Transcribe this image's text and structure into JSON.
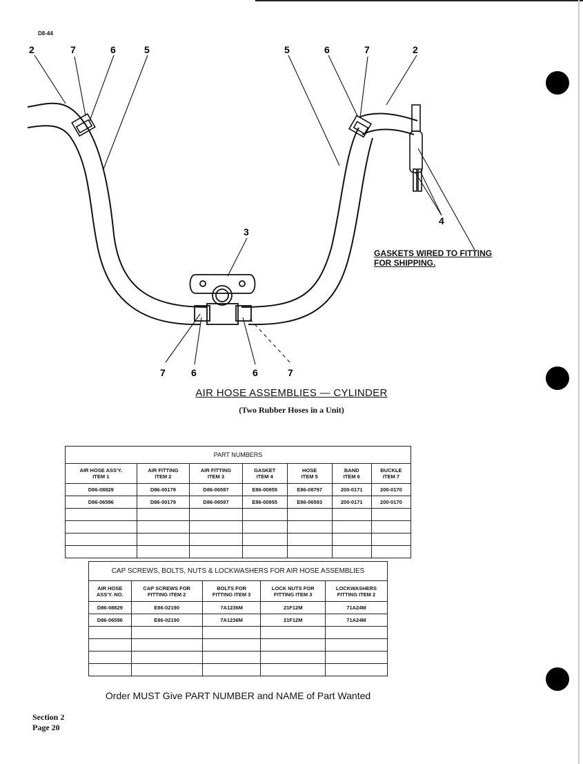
{
  "header": {
    "doc_id": "D8-44"
  },
  "callouts": {
    "left_2": "2",
    "left_7": "7",
    "left_6": "6",
    "left_5": "5",
    "right_5": "5",
    "right_6": "6",
    "right_7": "7",
    "right_2": "2",
    "center_3": "3",
    "right_4": "4",
    "bottom_7a": "7",
    "bottom_6a": "6",
    "bottom_6b": "6",
    "bottom_7b": "7"
  },
  "note": {
    "line1": "GASKETS WIRED TO FITTING",
    "line2": "FOR SHIPPING."
  },
  "figure": {
    "title": "AIR HOSE ASSEMBLIES — CYLINDER",
    "subtitle": "(Two Rubber Hoses in a Unit)"
  },
  "part_numbers": {
    "caption": "PART NUMBERS",
    "headers": [
      [
        "AIR HOSE ASS'Y.",
        "ITEM 1"
      ],
      [
        "AIR FITTING",
        "ITEM 2"
      ],
      [
        "AIR FITTING",
        "ITEM 3"
      ],
      [
        "GASKET",
        "ITEM 4"
      ],
      [
        "HOSE",
        "ITEM 5"
      ],
      [
        "BAND",
        "ITEM 6"
      ],
      [
        "BUCKLE",
        "ITEM 7"
      ]
    ],
    "rows": [
      [
        "D86-08829",
        "D86-00179",
        "D86-06597",
        "E86-00955",
        "E86-08797",
        "200-0171",
        "200-0170"
      ],
      [
        "D86-06596",
        "D86-00179",
        "D86-06597",
        "E86-00955",
        "E86-06593",
        "200-0171",
        "200-0170"
      ]
    ]
  },
  "hardware": {
    "caption": "CAP SCREWS, BOLTS, NUTS & LOCKWASHERS FOR AIR HOSE ASSEMBLIES",
    "headers": [
      [
        "AIR HOSE",
        "ASS'Y. NO."
      ],
      [
        "CAP SCREWS FOR",
        "FITTING ITEM 2"
      ],
      [
        "BOLTS FOR",
        "FITTING ITEM 3"
      ],
      [
        "LOCK NUTS FOR",
        "FITTING ITEM 3"
      ],
      [
        "LOCKWASHERS",
        "FITTING ITEM 2"
      ]
    ],
    "rows": [
      [
        "D86-08829",
        "E86-02190",
        "7A1236M",
        "21F12M",
        "71A24M"
      ],
      [
        "D86-06596",
        "E86-02190",
        "7A1236M",
        "21F12M",
        "71A24M"
      ]
    ]
  },
  "order_note": "Order MUST Give PART NUMBER and NAME of Part Wanted",
  "footer": {
    "section": "Section 2",
    "page": "Page 20"
  }
}
